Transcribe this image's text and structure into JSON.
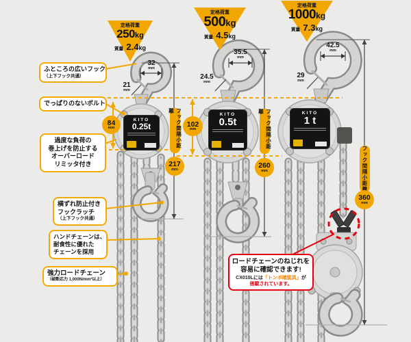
{
  "units": {
    "mm": "mm"
  },
  "colors": {
    "accent": "#F2A700",
    "red": "#E60012",
    "background": "#EBEBE9"
  },
  "products": [
    {
      "brand": "KITO",
      "capacity": "0.25t",
      "rated_load_label": "定格荷重",
      "rated_load_value": "250",
      "rated_load_unit": "kg",
      "mass_label": "質量",
      "mass_value": "2.4",
      "mass_unit": "kg",
      "hook_opening_width": "32",
      "hook_opening_gap": "21",
      "body_height": "84",
      "hook_span_label": "フック間隔小距離",
      "hook_span": "217"
    },
    {
      "brand": "KITO",
      "capacity": "0.5t",
      "rated_load_label": "定格荷重",
      "rated_load_value": "500",
      "rated_load_unit": "kg",
      "mass_label": "質量",
      "mass_value": "4.5",
      "mass_unit": "kg",
      "hook_opening_width": "35.5",
      "hook_opening_gap": "24.5",
      "body_height": "102",
      "hook_span_label": "フック間隔小距離",
      "hook_span": "260"
    },
    {
      "brand": "KITO",
      "capacity": "1 t",
      "rated_load_label": "定格荷重",
      "rated_load_value": "1000",
      "rated_load_unit": "kg",
      "mass_label": "質量",
      "mass_value": "7.3",
      "mass_unit": "kg",
      "hook_opening_width": "42.5",
      "hook_opening_gap": "29",
      "hook_span_label": "フック間隔小距離",
      "hook_span": "360"
    }
  ],
  "feature_callouts": [
    {
      "lines": [
        "ふところの広いフック"
      ],
      "note": "（上下フック共通）"
    },
    {
      "lines": [
        "でっぱりのないボルト"
      ]
    },
    {
      "lines": [
        "過度な負荷の",
        "巻上げを防止する",
        "オーバーロード",
        "リミッタ付き"
      ]
    },
    {
      "lines": [
        "横ずれ防止付き",
        "フックラッチ"
      ],
      "note": "（上下フック共通）"
    },
    {
      "lines": [
        "ハンドチェーンは、",
        "耐食性に優れた",
        "チェーンを採用"
      ]
    },
    {
      "lines": [
        "強力ロードチェーン"
      ],
      "note": "（破断応力 1,000N/mm²以上）"
    }
  ],
  "detail_callout": {
    "line1": "ロードチェーンのねじれを",
    "line2": "容易に確認できます!",
    "line3_prefix": "CX010Lには",
    "line3_highlight": "「トンボ確認具」",
    "line3_suffix": "が",
    "line4": "搭載されています。"
  }
}
